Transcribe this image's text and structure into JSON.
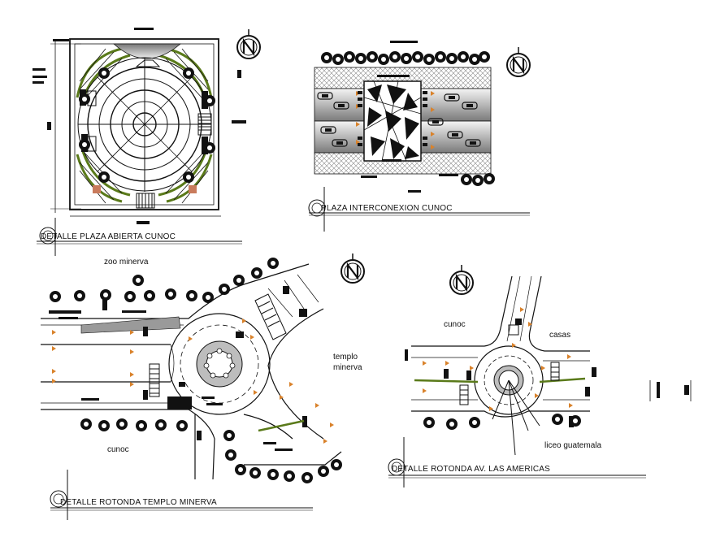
{
  "drawings": [
    {
      "id": "plaza_abierta",
      "title": "DETALLE PLAZA ABIERTA CUNOC"
    },
    {
      "id": "plaza_interconexion",
      "title": "PLAZA INTERCONEXION CUNOC"
    },
    {
      "id": "rotonda_minerva",
      "title": "DETALLE ROTONDA TEMPLO MINERVA",
      "labels": {
        "zoo": "zoo minerva",
        "templo_1": "templo",
        "templo_2": "minerva",
        "cunoc": "cunoc"
      }
    },
    {
      "id": "rotonda_americas",
      "title": "DETALLE ROTONDA AV. LAS AMERICAS",
      "labels": {
        "cunoc": "cunoc",
        "casas": "casas",
        "liceo": "liceo guatemala"
      }
    }
  ],
  "icons": {
    "north_arrow": "north-arrow-icon",
    "tree": "tree-icon"
  },
  "colors": {
    "line": "#111111",
    "hatch": "#999999",
    "green": "#5a7a1a",
    "orange": "#d9822b",
    "grey_fill": "#bdbdbd"
  }
}
